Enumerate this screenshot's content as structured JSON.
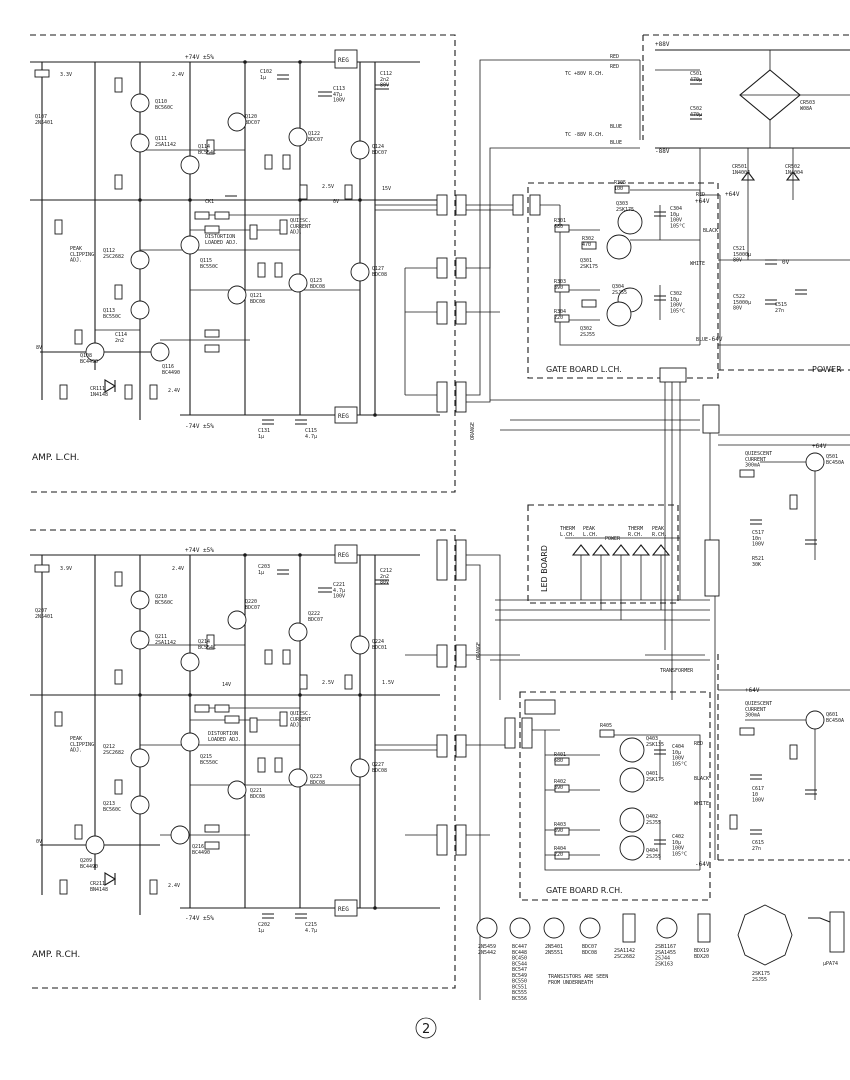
{
  "page_number": "2",
  "sections": {
    "amp_left": "AMP. L.CH.",
    "amp_right": "AMP. R.CH.",
    "gate_left": "GATE BOARD L.CH.",
    "gate_right": "GATE BOARD R.CH.",
    "led_board": "LED BOARD",
    "power": "POWER"
  },
  "rails": {
    "pos74_top": "+74V ±5%",
    "neg74_top": "-74V ±5%",
    "pos74_bottom": "+74V ±5%",
    "neg74_bottom": "-74V ±5%",
    "pos88": "+88V",
    "neg88": "-88V",
    "pos64a": "+64V",
    "neg64a": "-64V",
    "pos64b": "+64V",
    "neg64b": "-64V",
    "pos64c": "+64V",
    "pos64d": "+64V",
    "zero_v": "0V"
  },
  "regulators": [
    "REG",
    "REG",
    "REG",
    "REG"
  ],
  "wire_colors": {
    "red1": "RED",
    "red2": "RED",
    "blue1": "BLUE",
    "blue2": "BLUE",
    "black": "BLACK",
    "white": "WHITE",
    "orange1": "ORANGE",
    "orange2": "ORANGE",
    "red3": "RED",
    "blue3": "BLUE",
    "black2": "BLACK",
    "red4": "RED",
    "white2": "WHITE"
  },
  "links": {
    "tc_pos": "TC +80V R.CH.",
    "tc_neg": "TC -88V R.CH.",
    "transformer": "TRANSFORMER"
  },
  "left_amp": {
    "q107": "Q107\n2N5401",
    "q110": "Q110\nBC560C",
    "q111": "Q111\n2SA1142",
    "q114": "Q114\nBC554C",
    "q120": "Q120\nBDC07",
    "q122": "Q122\nBDC07",
    "q124": "Q124\nBDC07",
    "q112": "Q112\n2SC2682",
    "q113": "Q113\nBC550C",
    "q115": "Q115\nBC550C",
    "q121": "Q121\nBDC08",
    "q123": "Q123\nBDC08",
    "q127": "Q127\nBDC08",
    "q108": "Q108\nBC4490",
    "q116": "Q116\nBC4490",
    "cr111": "CR111\n1N4148",
    "peak": "PEAK\nCLIPPING\nADJ.",
    "distortion": "DISTORTION\nLOADED ADJ.",
    "quiescent": "QUIESC.\nCURRENT\nADJ.",
    "ck1": "CK1",
    "c114": "C114\n2n2",
    "c131": "C131\n1µ",
    "c115": "C115\n4.7µ",
    "c113": "C113\n47µ\n100V",
    "c102": "C102\n1µ",
    "c112": "C112\n2n2\n80V",
    "v33": "3.3V",
    "v24": "2.4V",
    "v25": "2.5V",
    "v15": "15V",
    "v8": "8V",
    "v0": "0V",
    "v24b": "2.4V"
  },
  "right_amp": {
    "q207": "Q207\n2N5401",
    "q210": "Q210\nBC560C",
    "q211": "Q211\n2SA1142",
    "q214": "Q214\nBC554C",
    "q220": "Q220\nBDC07",
    "q222": "Q222\nBDC07",
    "q224": "Q224\nBDC01",
    "q212": "Q212\n2SC2682",
    "q213": "Q213\nBC560C",
    "q215": "Q215\nBC550C",
    "q221": "Q221\nBDC08",
    "q223": "Q223\nBDC08",
    "q227": "Q227\nBDC08",
    "q209": "Q209\nBC4490",
    "q216": "Q216\nBC4490",
    "cr211": "CR211\nBN4148",
    "peak": "PEAK\nCLIPPING\nADJ.",
    "distortion": "DISTORTION\nLOADED ADJ.",
    "quiescent": "QUIESC.\nCURRENT\nADJ.",
    "c203": "C203\n1µ",
    "c221": "C221\n4.7µ\n100V",
    "c212": "C212\n2n2\n80V",
    "c202": "C202\n1µ",
    "c215": "C215\n4.7µ",
    "v39": "3.9V",
    "v24": "2.4V",
    "v25": "2.5V",
    "v15": "1.5V",
    "v0": "0V",
    "v24b": "2.4V",
    "v14": "14V"
  },
  "gate_left": {
    "q303": "Q303\n2SK175",
    "q301": "Q301\n2SK175",
    "q304": "Q304\n2SJ55",
    "q302": "Q302\n2SJ55",
    "c304": "C304\n10µ\n100V\n105°C",
    "c302": "C302\n10µ\n100V\n105°C",
    "r301": "R301\n680",
    "r302": "R302\n470",
    "r303": "R303\n390",
    "r304": "R304\n220",
    "r305": "R305\n100"
  },
  "gate_right": {
    "q403": "Q403\n2SK135",
    "q401": "Q401\n2SK175",
    "q402": "Q402\n2SJ55",
    "q404": "Q404\n2SJ55",
    "c404": "C404\n10µ\n100V\n105°C",
    "c402": "C402\n10µ\n100V\n105°C",
    "r401": "R401\n680",
    "r402": "R402\n390",
    "r403": "R403\n390",
    "r404": "R404\n220",
    "r405": "R405"
  },
  "led": {
    "therm_l": "THERM\nL.CH.",
    "peak_l": "PEAK\nL.CH.",
    "power": "POWER",
    "therm_r": "THERM\nR.CH.",
    "peak_r": "PEAK\nR.CH."
  },
  "power": {
    "c501": "C501\n470µ",
    "c502": "C502\n470µ",
    "c521": "C521\n15000µ\n80V",
    "c522": "C522\n15000µ\n80V",
    "cr501": "CR501\n1N4004",
    "cr502": "CR502\n1N4004",
    "cr503": "CR503\nW08A",
    "q501": "Q501\nBC450A",
    "q601": "Q601\nBC450A",
    "quiescent1": "QUIESCENT\nCURRENT\n300mA",
    "quiescent2": "QUIESCENT\nCURRENT\n300mA",
    "c515": "C515\n27n",
    "c517": "C517\n10n\n100V",
    "c617": "C617\n10\n100V",
    "c615": "C615\n27n",
    "r521": "R521\n30K"
  },
  "legend": {
    "group1": "2N5459\n2N5442",
    "group2": "BC447\nBC448\nBC450\nBC544\nBC547\nBC549\nBC550\nBC551\nBC555\nBC556",
    "group3": "2N5401\n2N5551",
    "group4": "BDC07\nBDC08",
    "group5": "2SA1142\n2SC2682",
    "group6": "2SB1167\n2SA1455\n2SJ44\n2SK163",
    "group7": "BDX19\nBDX20",
    "group8": "2SK175\n2SJ55",
    "group9": "µPA74",
    "note": "TRANSISTORS ARE SEEN\nFROM UNDERNEATH"
  }
}
